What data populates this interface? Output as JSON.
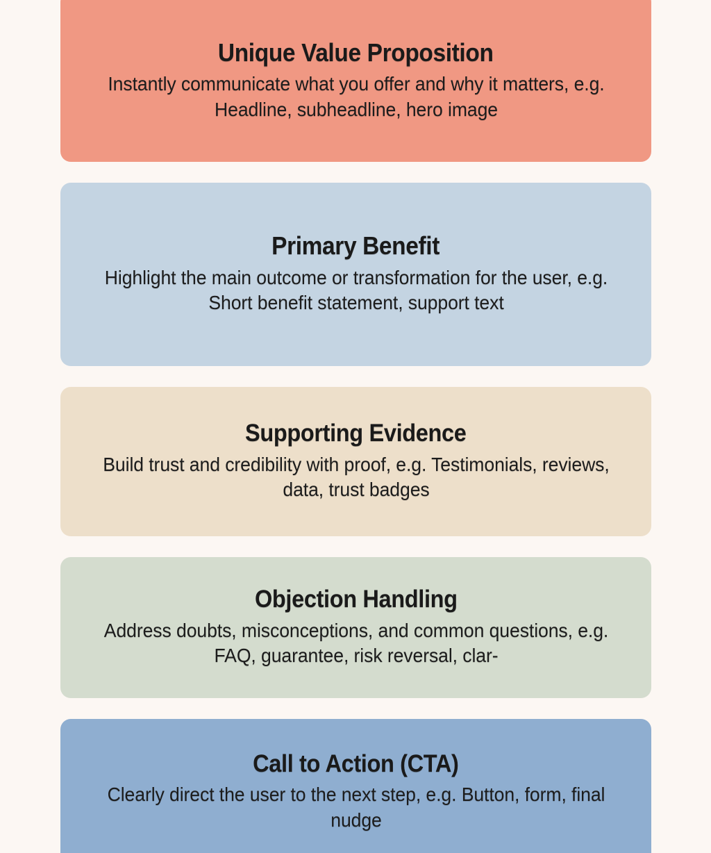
{
  "page": {
    "background_color": "#FCF7F3",
    "text_color": "#1A1A1A",
    "layout": "vertical-stack",
    "card_count": 5
  },
  "cards": [
    {
      "id": "unique-value-proposition",
      "title": "Unique Value Proposition",
      "body": "Instantly communicate what you offer and why it matters, e.g. Headline, subheadline, hero image",
      "color": "#F09883"
    },
    {
      "id": "primary-benefit",
      "title": "Primary Benefit",
      "body": "Highlight the main outcome or transformation for the user, e.g. Short benefit statement, support text",
      "color": "#C4D4E2"
    },
    {
      "id": "supporting-evidence",
      "title": "Supporting Evidence",
      "body": "Build trust and credibility with proof, e.g. Testimonials, reviews, data, trust badges",
      "color": "#EDDFCA"
    },
    {
      "id": "objection-handling",
      "title": "Objection Handling",
      "body": "Address doubts, misconceptions, and common questions, e.g. FAQ, guarantee, risk reversal, clar-",
      "color": "#D4DCCE"
    },
    {
      "id": "call-to-action",
      "title": "Call to Action (CTA)",
      "body": "Clearly direct the user to the next step, e.g. Button, form, final nudge",
      "color": "#8FAED0"
    }
  ]
}
